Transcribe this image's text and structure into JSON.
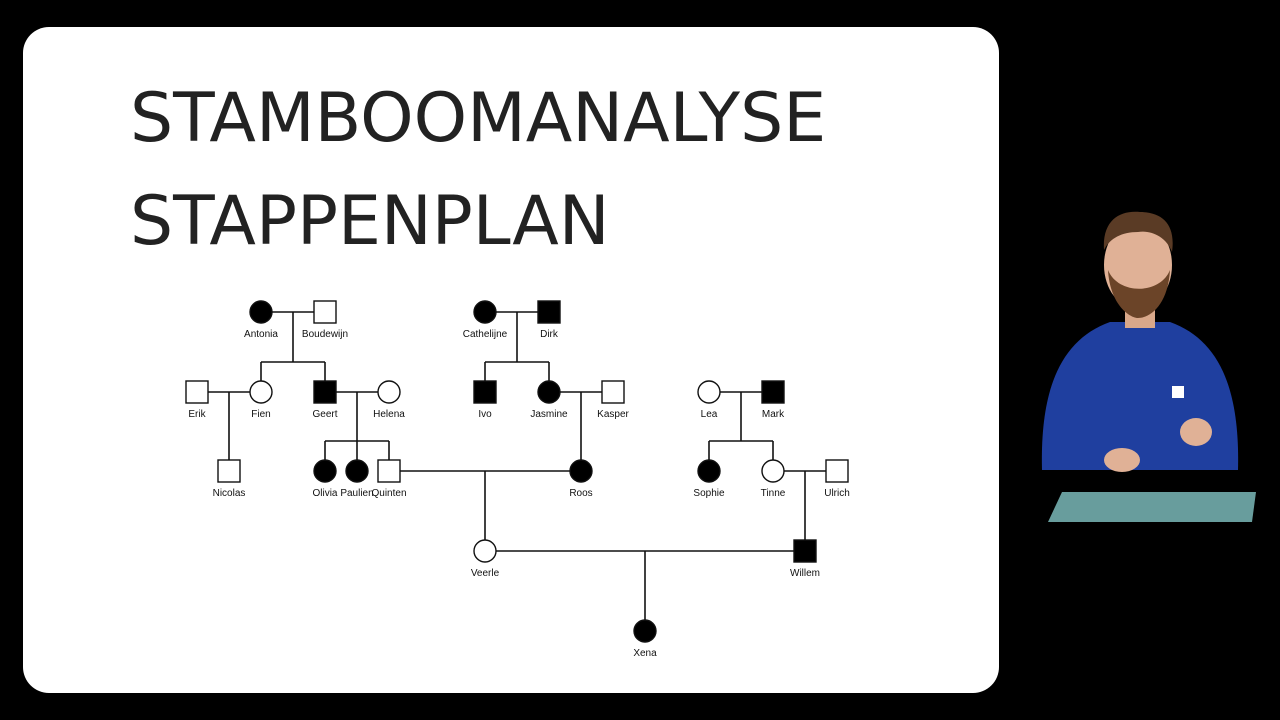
{
  "slide": {
    "title_line1": "STAMBOOMANALYSE",
    "title_line2": "STAPPENPLAN"
  },
  "pedigree": {
    "people": [
      {
        "id": "antonia",
        "name": "Antonia",
        "sex": "female",
        "affected": true
      },
      {
        "id": "boudewijn",
        "name": "Boudewijn",
        "sex": "male",
        "affected": false
      },
      {
        "id": "cathelijne",
        "name": "Cathelijne",
        "sex": "female",
        "affected": true
      },
      {
        "id": "dirk",
        "name": "Dirk",
        "sex": "male",
        "affected": true
      },
      {
        "id": "erik",
        "name": "Erik",
        "sex": "male",
        "affected": false
      },
      {
        "id": "fien",
        "name": "Fien",
        "sex": "female",
        "affected": false
      },
      {
        "id": "geert",
        "name": "Geert",
        "sex": "male",
        "affected": true
      },
      {
        "id": "helena",
        "name": "Helena",
        "sex": "female",
        "affected": false
      },
      {
        "id": "ivo",
        "name": "Ivo",
        "sex": "male",
        "affected": true
      },
      {
        "id": "jasmine",
        "name": "Jasmine",
        "sex": "female",
        "affected": true
      },
      {
        "id": "kasper",
        "name": "Kasper",
        "sex": "male",
        "affected": false
      },
      {
        "id": "lea",
        "name": "Lea",
        "sex": "female",
        "affected": false
      },
      {
        "id": "mark",
        "name": "Mark",
        "sex": "male",
        "affected": true
      },
      {
        "id": "nicolas",
        "name": "Nicolas",
        "sex": "male",
        "affected": false
      },
      {
        "id": "olivia",
        "name": "Olivia",
        "sex": "female",
        "affected": true
      },
      {
        "id": "paulien",
        "name": "Paulien",
        "sex": "female",
        "affected": true
      },
      {
        "id": "quinten",
        "name": "Quinten",
        "sex": "male",
        "affected": false
      },
      {
        "id": "roos",
        "name": "Roos",
        "sex": "female",
        "affected": true
      },
      {
        "id": "sophie",
        "name": "Sophie",
        "sex": "female",
        "affected": true
      },
      {
        "id": "tinne",
        "name": "Tinne",
        "sex": "female",
        "affected": false
      },
      {
        "id": "ulrich",
        "name": "Ulrich",
        "sex": "male",
        "affected": false
      },
      {
        "id": "veerle",
        "name": "Veerle",
        "sex": "female",
        "affected": false
      },
      {
        "id": "willem",
        "name": "Willem",
        "sex": "male",
        "affected": true
      },
      {
        "id": "xena",
        "name": "Xena",
        "sex": "female",
        "affected": true
      }
    ],
    "couples": [
      {
        "a": "antonia",
        "b": "boudewijn",
        "children": [
          "fien",
          "geert"
        ]
      },
      {
        "a": "cathelijne",
        "b": "dirk",
        "children": [
          "ivo",
          "jasmine"
        ]
      },
      {
        "a": "erik",
        "b": "fien",
        "children": [
          "nicolas"
        ]
      },
      {
        "a": "geert",
        "b": "helena",
        "children": [
          "olivia",
          "paulien",
          "quinten"
        ]
      },
      {
        "a": "jasmine",
        "b": "kasper",
        "children": [
          "roos"
        ]
      },
      {
        "a": "lea",
        "b": "mark",
        "children": [
          "sophie",
          "tinne"
        ]
      },
      {
        "a": "quinten",
        "b": "roos",
        "children": [
          "veerle"
        ]
      },
      {
        "a": "tinne",
        "b": "ulrich",
        "children": [
          "willem"
        ]
      },
      {
        "a": "veerle",
        "b": "willem",
        "children": [
          "xena"
        ]
      }
    ]
  },
  "colors": {
    "slide_background": "#ffffff",
    "page_background": "#000000",
    "title_text": "#222222",
    "affected_fill": "#000000",
    "unaffected_fill": "#ffffff",
    "presenter_shirt": "#1f3f9f"
  }
}
